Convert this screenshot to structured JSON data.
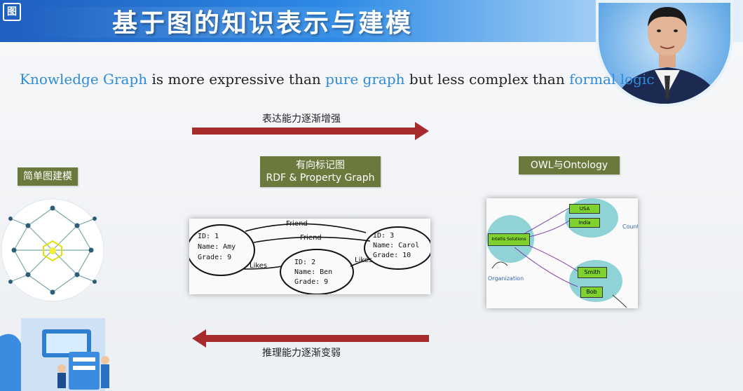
{
  "header": {
    "logo_char": "图",
    "title": "基于图的知识表示与建模"
  },
  "subtitle": {
    "hl1": "Knowledge Graph",
    "t1": " is more expressive than ",
    "hl2": "pure graph",
    "t2": " but less complex than ",
    "hl3": "formal logic"
  },
  "arrows": {
    "top_label": "表达能力逐渐增强",
    "bottom_label": "推理能力逐渐变弱"
  },
  "labels": {
    "simple": "简单图建模",
    "rdf_line1": "有向标记图",
    "rdf_line2": "RDF  &  Property Graph",
    "owl": "OWL与Ontology"
  },
  "rdf_graph": {
    "node1": {
      "id": "ID: 1",
      "name": "Name: Amy",
      "grade": "Grade: 9"
    },
    "node2": {
      "id": "ID: 2",
      "name": "Name: Ben",
      "grade": "Grade: 9"
    },
    "node3": {
      "id": "ID: 3",
      "name": "Name: Carol",
      "grade": "Grade: 10"
    },
    "edge_friend1": "Friend",
    "edge_friend2": "Friend",
    "edge_likes1": "Likes",
    "edge_likes2": "Likes"
  },
  "owl_graph": {
    "node_usa": "USA",
    "node_india": "India",
    "node_main": "Intellis Solutions",
    "node_smith": "Smith",
    "node_bob": "Bob",
    "label_org": "Organization",
    "label_country": "Country"
  },
  "colors": {
    "accent": "#2f8ad8",
    "arrow": "#a72b2b",
    "tag": "#6b7a3c",
    "title_bg": "#1f5fbf"
  }
}
